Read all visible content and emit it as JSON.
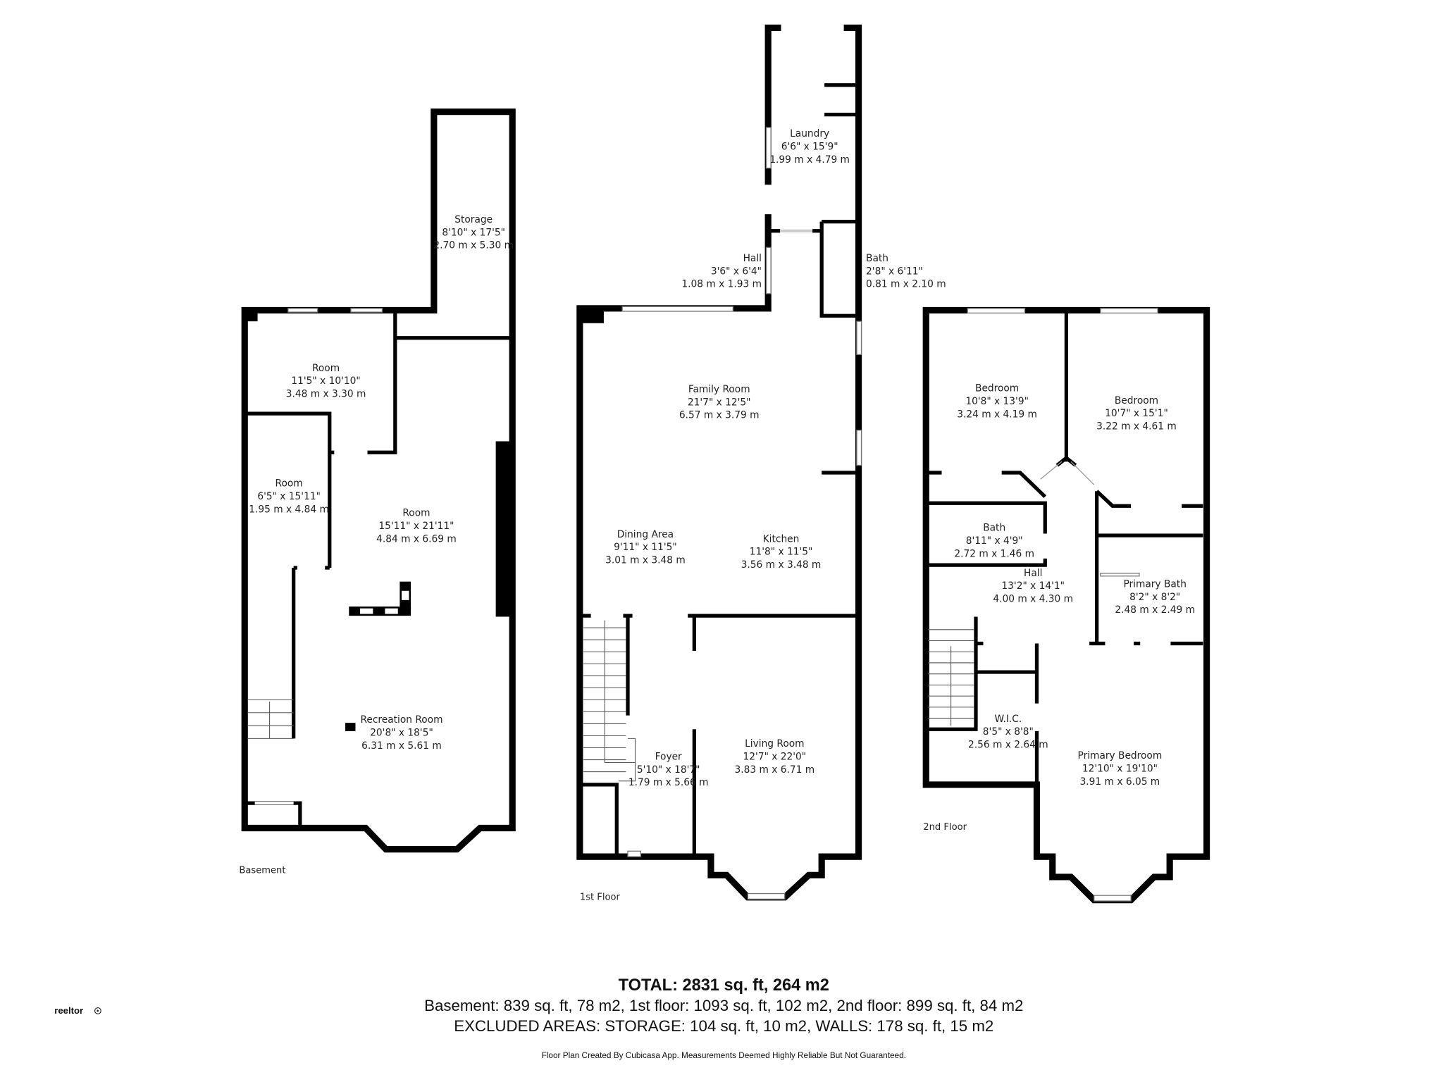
{
  "floors": {
    "basement": {
      "label": "Basement",
      "rooms": [
        {
          "name": "Storage",
          "imperial": "8'10\" x 17'5\"",
          "metric": "2.70 m x 5.30 m"
        },
        {
          "name": "Room",
          "imperial": "11'5\" x 10'10\"",
          "metric": "3.48 m x 3.30 m"
        },
        {
          "name": "Room",
          "imperial": "6'5\" x 15'11\"",
          "metric": "1.95 m x 4.84 m"
        },
        {
          "name": "Room",
          "imperial": "15'11\" x 21'11\"",
          "metric": "4.84 m x 6.69 m"
        },
        {
          "name": "Recreation Room",
          "imperial": "20'8\" x 18'5\"",
          "metric": "6.31 m x 5.61 m"
        }
      ]
    },
    "first": {
      "label": "1st Floor",
      "rooms": [
        {
          "name": "Laundry",
          "imperial": "6'6\" x 15'9\"",
          "metric": "1.99 m x 4.79 m"
        },
        {
          "name": "Hall",
          "imperial": "3'6\" x 6'4\"",
          "metric": "1.08 m x 1.93 m"
        },
        {
          "name": "Bath",
          "imperial": "2'8\" x 6'11\"",
          "metric": "0.81 m x 2.10 m"
        },
        {
          "name": "Family Room",
          "imperial": "21'7\" x 12'5\"",
          "metric": "6.57 m x 3.79 m"
        },
        {
          "name": "Dining Area",
          "imperial": "9'11\" x 11'5\"",
          "metric": "3.01 m x 3.48 m"
        },
        {
          "name": "Kitchen",
          "imperial": "11'8\" x 11'5\"",
          "metric": "3.56 m x 3.48 m"
        },
        {
          "name": "Foyer",
          "imperial": "5'10\" x 18'7\"",
          "metric": "1.79 m x 5.66 m"
        },
        {
          "name": "Living Room",
          "imperial": "12'7\" x 22'0\"",
          "metric": "3.83 m x 6.71 m"
        }
      ]
    },
    "second": {
      "label": "2nd Floor",
      "rooms": [
        {
          "name": "Bedroom",
          "imperial": "10'8\" x 13'9\"",
          "metric": "3.24 m x 4.19 m"
        },
        {
          "name": "Bedroom",
          "imperial": "10'7\" x 15'1\"",
          "metric": "3.22 m x 4.61 m"
        },
        {
          "name": "Bath",
          "imperial": "8'11\" x 4'9\"",
          "metric": "2.72 m x 1.46 m"
        },
        {
          "name": "Hall",
          "imperial": "13'2\" x 14'1\"",
          "metric": "4.00 m x 4.30 m"
        },
        {
          "name": "Primary Bath",
          "imperial": "8'2\" x 8'2\"",
          "metric": "2.48 m x 2.49 m"
        },
        {
          "name": "W.I.C.",
          "imperial": "8'5\" x 8'8\"",
          "metric": "2.56 m x 2.64 m"
        },
        {
          "name": "Primary Bedroom",
          "imperial": "12'10\" x 19'10\"",
          "metric": "3.91 m x 6.05 m"
        }
      ]
    }
  },
  "summary": {
    "total": "TOTAL: 2831 sq. ft, 264 m2",
    "breakdown": "Basement: 839 sq. ft, 78 m2, 1st floor: 1093 sq. ft, 102 m2, 2nd floor: 899 sq. ft, 84 m2",
    "excluded": "EXCLUDED AREAS: STORAGE: 104 sq. ft, 10 m2, WALLS: 178 sq. ft, 15 m2",
    "disclaimer": "Floor Plan Created By Cubicasa App. Measurements Deemed Highly Reliable But Not Guaranteed."
  },
  "logo": {
    "text": "reeltor",
    "icon": "play-circle-icon"
  }
}
